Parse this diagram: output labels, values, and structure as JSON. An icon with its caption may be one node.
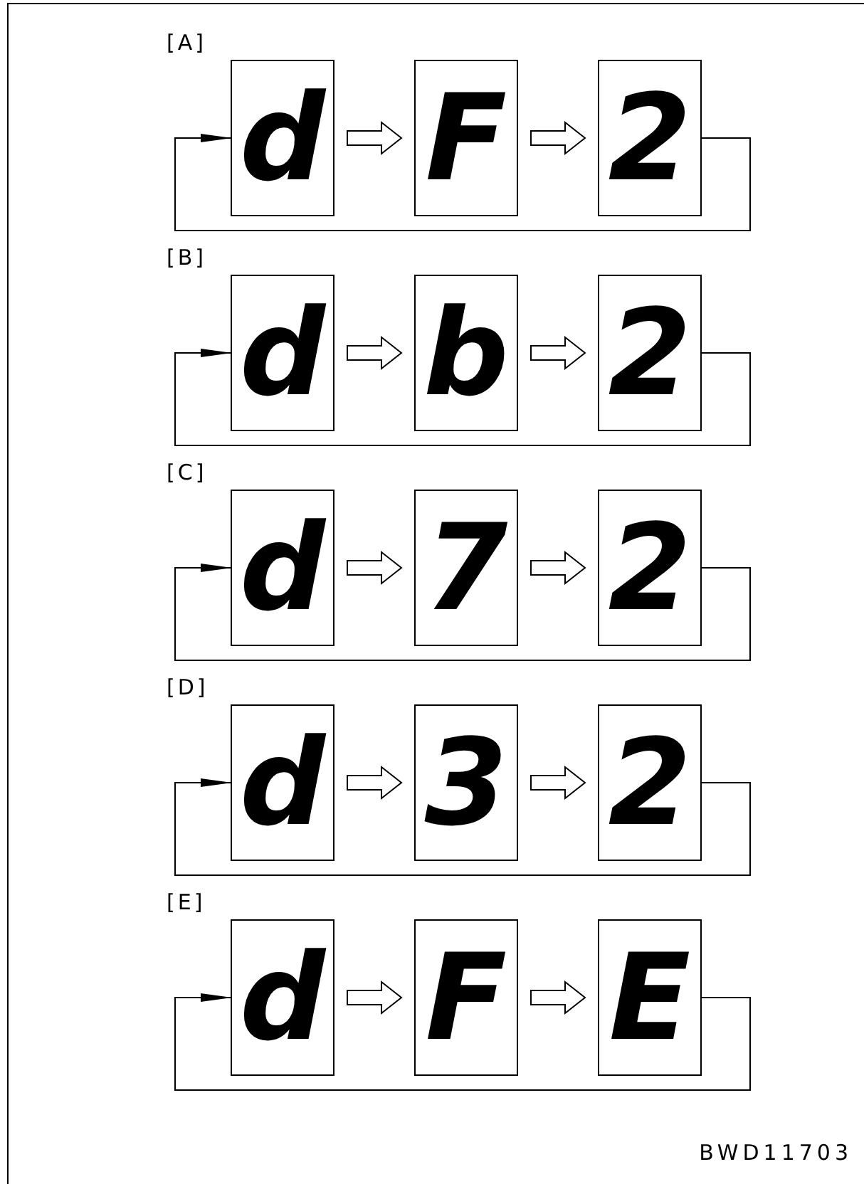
{
  "diagram": {
    "nodes": [
      {
        "text": [
          "d"
        ]
      },
      {
        "text": [
          "F"
        ]
      },
      {
        "text": [
          "2"
        ]
      },
      {
        "text": [
          "d"
        ]
      },
      {
        "text": [
          "b"
        ]
      },
      {
        "text": [
          "2"
        ]
      },
      {
        "text": [
          "d"
        ]
      },
      {
        "text": [
          "7"
        ]
      },
      {
        "text": [
          "2"
        ]
      },
      {
        "text": [
          "d"
        ]
      },
      {
        "text": [
          "3"
        ]
      },
      {
        "text": [
          "2"
        ]
      },
      {
        "text": [
          "d"
        ]
      },
      {
        "text": [
          "F"
        ]
      },
      {
        "text": [
          "E"
        ]
      }
    ],
    "edges": [
      {
        "from": 0,
        "to": 1,
        "arrow": "to"
      },
      {
        "from": 1,
        "to": 2,
        "arrow": "to"
      },
      {
        "from": 2,
        "to": 0,
        "arrow": "to"
      },
      {
        "from": 3,
        "to": 4,
        "arrow": "to"
      },
      {
        "from": 4,
        "to": 5,
        "arrow": "to"
      },
      {
        "from": 5,
        "to": 3,
        "arrow": "to"
      },
      {
        "from": 6,
        "to": 7,
        "arrow": "to"
      },
      {
        "from": 7,
        "to": 8,
        "arrow": "to"
      },
      {
        "from": 8,
        "to": 6,
        "arrow": "to"
      },
      {
        "from": 9,
        "to": 10,
        "arrow": "to"
      },
      {
        "from": 10,
        "to": 11,
        "arrow": "to"
      },
      {
        "from": 11,
        "to": 9,
        "arrow": "to"
      },
      {
        "from": 12,
        "to": 13,
        "arrow": "to"
      },
      {
        "from": 13,
        "to": 14,
        "arrow": "to"
      },
      {
        "from": 14,
        "to": 12,
        "arrow": "to"
      }
    ],
    "labels": [
      "[A]",
      "[B]",
      "[C]",
      "[D]",
      "[E]",
      "BWD11703"
    ]
  }
}
